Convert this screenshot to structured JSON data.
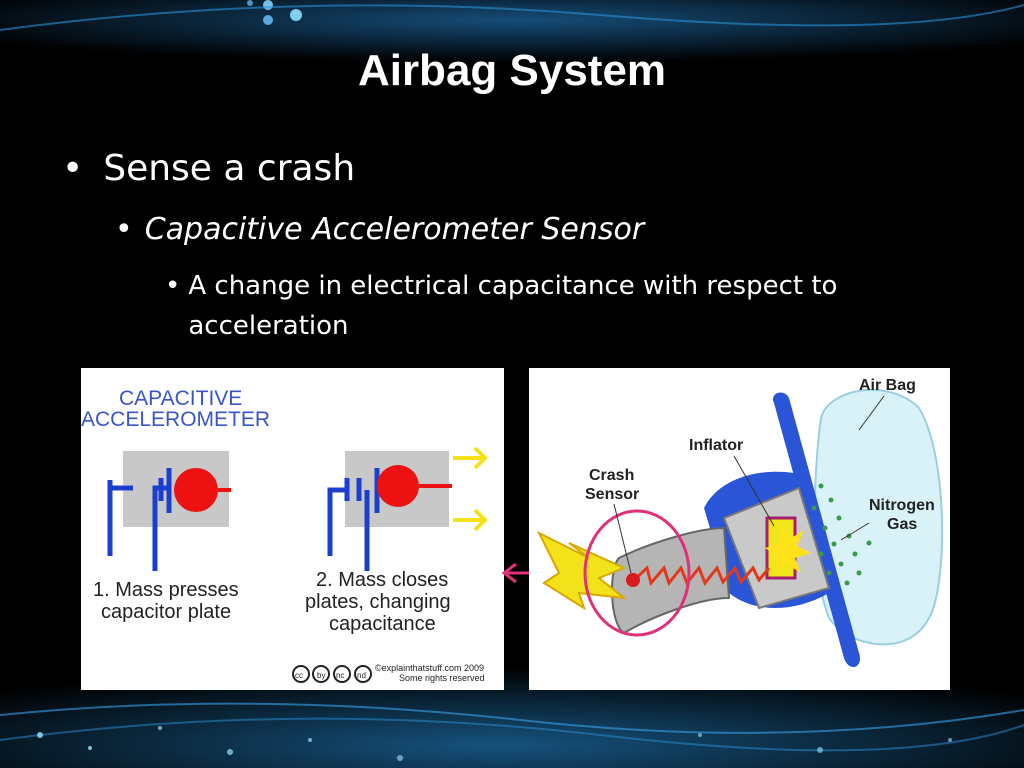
{
  "slide": {
    "title": "Airbag System",
    "bullets": [
      {
        "level": 1,
        "symbol": "•",
        "text": "Sense a crash"
      },
      {
        "level": 2,
        "symbol": "•",
        "text": "Capacitive Accelerometer Sensor"
      },
      {
        "level": 3,
        "symbol": "•",
        "text": "A change in electrical capacitance with respect to acceleration"
      }
    ]
  },
  "left_diagram": {
    "heading_line1": "CAPACITIVE",
    "heading_line2": "ACCELEROMETER",
    "step1_line1": "1. Mass presses",
    "step1_line2": "capacitor plate",
    "step2_line1": "2. Mass closes",
    "step2_line2": "plates, changing",
    "step2_line3": "capacitance",
    "credit_line1": "©explainthatstuff.com 2009",
    "credit_line2": "Some rights reserved",
    "license_icons": [
      "cc",
      "by",
      "nc",
      "nd"
    ]
  },
  "right_diagram": {
    "label_air_bag": "Air Bag",
    "label_inflator": "Inflator",
    "label_crash_line1": "Crash",
    "label_crash_line2": "Sensor",
    "label_gas_line1": "Nitrogen",
    "label_gas_line2": "Gas"
  },
  "colors": {
    "background": "#000000",
    "text": "#ffffff",
    "accent_blue": "#2a6fd6",
    "mass_red": "#ff0000",
    "highlight_pink": "#e0307a"
  }
}
